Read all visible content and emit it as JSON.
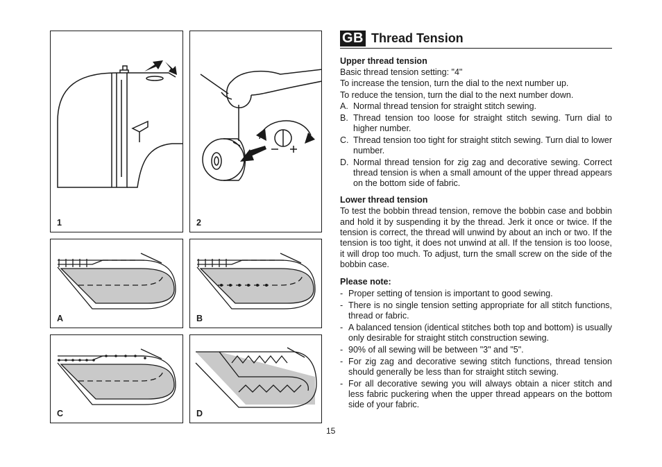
{
  "header": {
    "lang_badge": "GB",
    "title": "Thread Tension"
  },
  "figures": {
    "f1": "1",
    "f2": "2",
    "fA": "A",
    "fB": "B",
    "fC": "C",
    "fD": "D"
  },
  "upper": {
    "heading": "Upper thread tension",
    "lines": [
      "Basic thread tension setting: \"4\"",
      "To increase the tension, turn the dial to the next number up.",
      "To reduce the tension, turn the dial to the next number down."
    ],
    "items": [
      {
        "mark": "A.",
        "text": "Normal thread tension for straight stitch sewing."
      },
      {
        "mark": "B.",
        "text": "Thread tension too loose for straight stitch sewing. Turn dial to higher number."
      },
      {
        "mark": "C.",
        "text": "Thread tension too tight for straight stitch sewing. Turn dial to lower number."
      },
      {
        "mark": "D.",
        "text": "Normal thread tension for zig zag and decorative sewing. Correct thread tension is when a small amount of the upper thread appears on the bottom side of fabric."
      }
    ]
  },
  "lower": {
    "heading": "Lower thread tension",
    "text": "To test the bobbin thread tension, remove the bobbin case and bobbin and hold it by suspending it by the thread. Jerk it once or twice. If the tension is correct, the thread will unwind by about an inch or two. If the tension is too tight, it does not unwind at all. If the tension is too loose, it will drop too much. To adjust, turn the small screw on the side of the bobbin case."
  },
  "notes": {
    "heading": "Please note:",
    "items": [
      {
        "mark": "-",
        "text": "Proper setting of tension is important to good sewing."
      },
      {
        "mark": "-",
        "text": "There is no single tension setting appropriate for all stitch functions, thread or fabric."
      },
      {
        "mark": "-",
        "text": "A balanced tension (identical stitches both top and bottom) is usually only desirable for straight stitch construction sewing."
      },
      {
        "mark": "-",
        "text": "90% of all sewing will be between \"3\" and \"5\"."
      },
      {
        "mark": "-",
        "text": "For zig zag and decorative sewing stitch functions, thread tension should generally be less than for straight stitch sewing."
      },
      {
        "mark": "-",
        "text": "For all decorative sewing you will always obtain a nicer stitch and less fabric puckering when the upper thread appears on the bottom side of your fabric."
      }
    ]
  },
  "page_number": "15"
}
